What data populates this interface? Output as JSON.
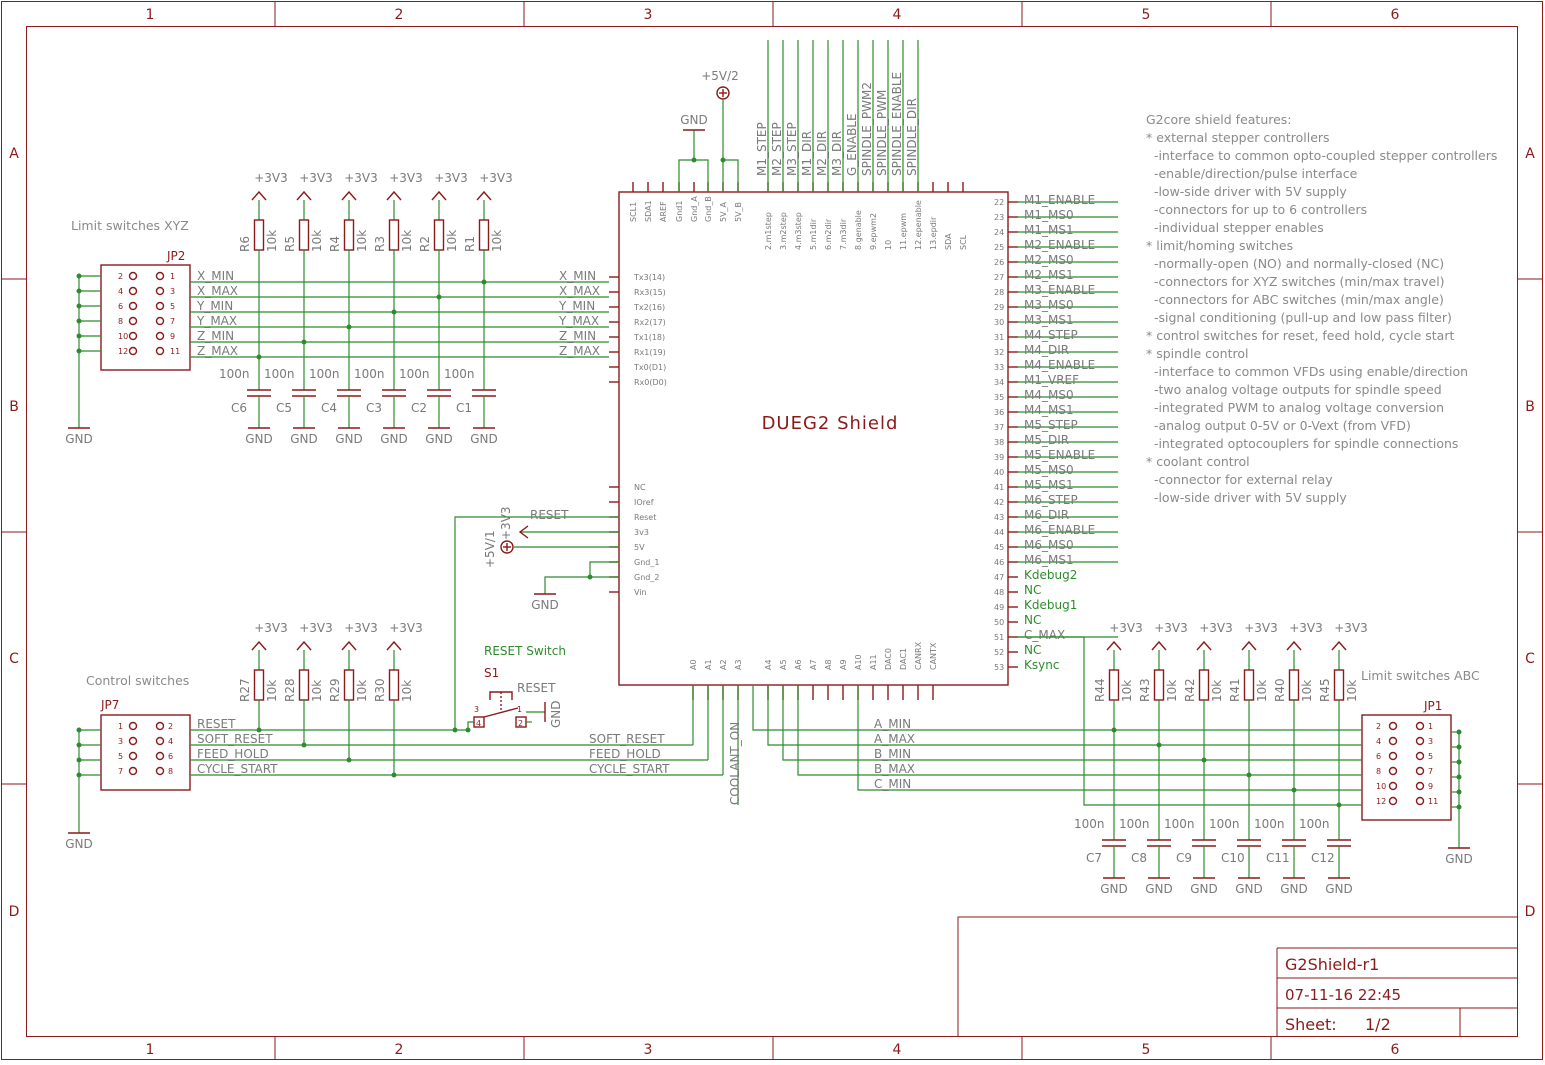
{
  "frame": {
    "columns": [
      "1",
      "2",
      "3",
      "4",
      "5",
      "6"
    ],
    "rows": [
      "A",
      "B",
      "C",
      "D"
    ]
  },
  "title_block": {
    "name": "G2Shield-r1",
    "date": "07-11-16 22:45",
    "sheet_label": "Sheet:",
    "sheet_value": "1/2"
  },
  "shield": {
    "title": "DUEG2 Shield",
    "top_pins": [
      "SCL1",
      "SDA1",
      "AREF",
      "Gnd1",
      "Gnd_A",
      "Gnd_B",
      "5V_A",
      "5V_B"
    ],
    "top_pins2": [
      "2.m1step",
      "3.m2step",
      "4.m3step",
      "5.m1dir",
      "6.m2dir",
      "7.m3dir",
      "8.genable",
      "9.epwm2",
      "10",
      "11.epwm",
      "12.epenable",
      "13.epdir",
      "SDA",
      "SCL"
    ],
    "left_pins": [
      "Tx3(14)",
      "Rx3(15)",
      "Tx2(16)",
      "Rx2(17)",
      "Tx1(18)",
      "Rx1(19)",
      "Tx0(D1)",
      "Rx0(D0)"
    ],
    "left_pins2": [
      "NC",
      "IOref",
      "Reset",
      "3v3",
      "5V",
      "Gnd_1",
      "Gnd_2",
      "Vin"
    ],
    "bottom_pins": [
      "A0",
      "A1",
      "A2",
      "A3",
      "A4",
      "A5",
      "A6",
      "A7",
      "A8",
      "A9",
      "A10",
      "A11",
      "DAC0",
      "DAC1",
      "CANRX",
      "CANTX"
    ],
    "right_pin_numbers": [
      "22",
      "23",
      "24",
      "25",
      "26",
      "27",
      "28",
      "29",
      "30",
      "31",
      "32",
      "33",
      "34",
      "35",
      "36",
      "37",
      "38",
      "39",
      "40",
      "41",
      "42",
      "43",
      "44",
      "45",
      "46",
      "47",
      "48",
      "49",
      "50",
      "51",
      "52",
      "53"
    ],
    "right_nets": [
      "M1_ENABLE",
      "M1_MS0",
      "M1_MS1",
      "M2_ENABLE",
      "M2_MS0",
      "M2_MS1",
      "M3_ENABLE",
      "M3_MS0",
      "M3_MS1",
      "M4_STEP",
      "M4_DIR",
      "M4_ENABLE",
      "M1_VREF",
      "M4_MS0",
      "M4_MS1",
      "M5_STEP",
      "M5_DIR",
      "M5_ENABLE",
      "M5_MS0",
      "M5_MS1",
      "M6_STEP",
      "M6_DIR",
      "M6_ENABLE",
      "M6_MS0",
      "M6_MS1",
      "Kdebug2",
      "NC",
      "Kdebug1",
      "NC",
      "C_MAX",
      "NC",
      "Ksync"
    ],
    "top_nets": [
      "M1_STEP",
      "M2_STEP",
      "M3_STEP",
      "M1_DIR",
      "M2_DIR",
      "M3_DIR",
      "G_ENABLE",
      "SPINDLE_PWM2",
      "SPINDLE_PWM",
      "SPINDLE_ENABLE",
      "SPINDLE_DIR"
    ]
  },
  "supplies": {
    "p5v2": "+5V/2",
    "gnd": "GND",
    "p3v3": "+3V3",
    "p5v1": "+5V/1",
    "p3v3_rot": "+3V3"
  },
  "limit_xyz": {
    "title": "Limit switches XYZ",
    "ref": "JP2",
    "pins_left": [
      "2",
      "4",
      "6",
      "8",
      "10",
      "12"
    ],
    "pins_right": [
      "1",
      "3",
      "5",
      "7",
      "9",
      "11"
    ],
    "nets": [
      "X_MIN",
      "X_MAX",
      "Y_MIN",
      "Y_MAX",
      "Z_MIN",
      "Z_MAX"
    ],
    "resistors": [
      "R6",
      "R5",
      "R4",
      "R3",
      "R2",
      "R1"
    ],
    "resistor_value": "10k",
    "capacitors": [
      "C6",
      "C5",
      "C4",
      "C3",
      "C2",
      "C1"
    ],
    "capacitor_value": "100n"
  },
  "control": {
    "title": "Control switches",
    "ref": "JP7",
    "pins_left": [
      "1",
      "3",
      "5",
      "7"
    ],
    "pins_right": [
      "2",
      "4",
      "6",
      "8"
    ],
    "nets": [
      "RESET",
      "SOFT_RESET",
      "FEED_HOLD",
      "CYCLE_START"
    ],
    "resistors": [
      "R27",
      "R28",
      "R29",
      "R30"
    ],
    "resistor_value": "10k",
    "coolant": "COOLANT_ON",
    "reset_net": "RESET"
  },
  "reset_switch": {
    "title": "RESET Switch",
    "ref": "S1",
    "label": "RESET",
    "pins": [
      "3",
      "4",
      "1",
      "2"
    ]
  },
  "limit_abc": {
    "title": "Limit switches ABC",
    "ref": "JP1",
    "pins_left": [
      "2",
      "4",
      "6",
      "8",
      "10",
      "12"
    ],
    "pins_right": [
      "1",
      "3",
      "5",
      "7",
      "9",
      "11"
    ],
    "nets": [
      "A_MIN",
      "A_MAX",
      "B_MIN",
      "B_MAX",
      "C_MIN"
    ],
    "resistors": [
      "R44",
      "R43",
      "R42",
      "R41",
      "R40",
      "R45"
    ],
    "resistor_value": "10k",
    "capacitors": [
      "C7",
      "C8",
      "C9",
      "C10",
      "C11",
      "C12"
    ],
    "capacitor_value": "100n"
  },
  "notes": [
    "G2core shield features:",
    "* external stepper controllers",
    "  -interface to common opto-coupled stepper controllers",
    "  -enable/direction/pulse interface",
    "  -low-side driver with 5V supply",
    "  -connectors for up to 6 controllers",
    "  -individual stepper enables",
    "* limit/homing switches",
    "  -normally-open (NO) and normally-closed (NC)",
    "  -connectors for XYZ switches (min/max travel)",
    "  -connectors for ABC switches (min/max angle)",
    "  -signal conditioning (pull-up and low pass filter)",
    "* control switches for reset, feed hold, cycle start",
    "* spindle control",
    "  -interface to common VFDs using enable/direction",
    "  -two analog voltage outputs for spindle speed",
    "  -integrated PWM to analog voltage conversion",
    "  -analog output 0-5V or 0-Vext (from VFD)",
    "  -integrated optocouplers for spindle connections",
    "* coolant control",
    "  -connector for external relay",
    "  -low-side driver with 5V supply"
  ]
}
